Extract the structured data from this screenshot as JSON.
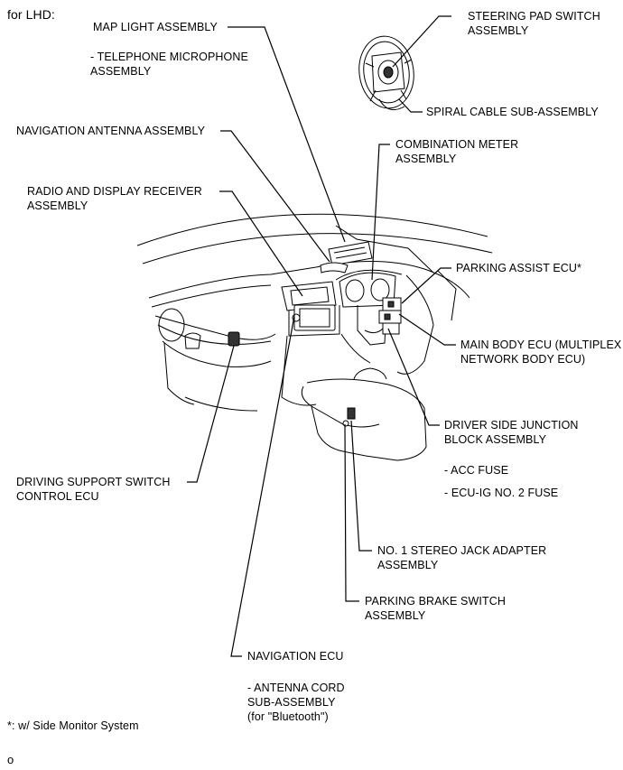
{
  "header": "for LHD:",
  "footnote": "*: w/ Side Monitor System",
  "corner_mark": "o",
  "labels": {
    "map_light": "MAP LIGHT ASSEMBLY",
    "tel_mic": "- TELEPHONE MICROPHONE\nASSEMBLY",
    "steering_pad": "STEERING PAD SWITCH\nASSEMBLY",
    "spiral_cable": "SPIRAL CABLE SUB-ASSEMBLY",
    "nav_antenna": "NAVIGATION ANTENNA ASSEMBLY",
    "combination_meter": "COMBINATION METER\nASSEMBLY",
    "radio_display": "RADIO AND DISPLAY RECEIVER\nASSEMBLY",
    "parking_assist": "PARKING ASSIST ECU*",
    "main_body": "MAIN BODY ECU (MULTIPLEX\nNETWORK BODY ECU)",
    "junction_block": "DRIVER SIDE JUNCTION\nBLOCK ASSEMBLY",
    "acc_fuse": "- ACC FUSE",
    "ecu_ig_fuse": "- ECU-IG NO. 2 FUSE",
    "driving_support": "DRIVING SUPPORT SWITCH\nCONTROL ECU",
    "stereo_jack": "NO. 1 STEREO JACK ADAPTER\nASSEMBLY",
    "parking_brake": "PARKING BRAKE SWITCH\nASSEMBLY",
    "nav_ecu": "NAVIGATION ECU",
    "antenna_cord": "- ANTENNA CORD\nSUB-ASSEMBLY\n(for \"Bluetooth\")"
  }
}
